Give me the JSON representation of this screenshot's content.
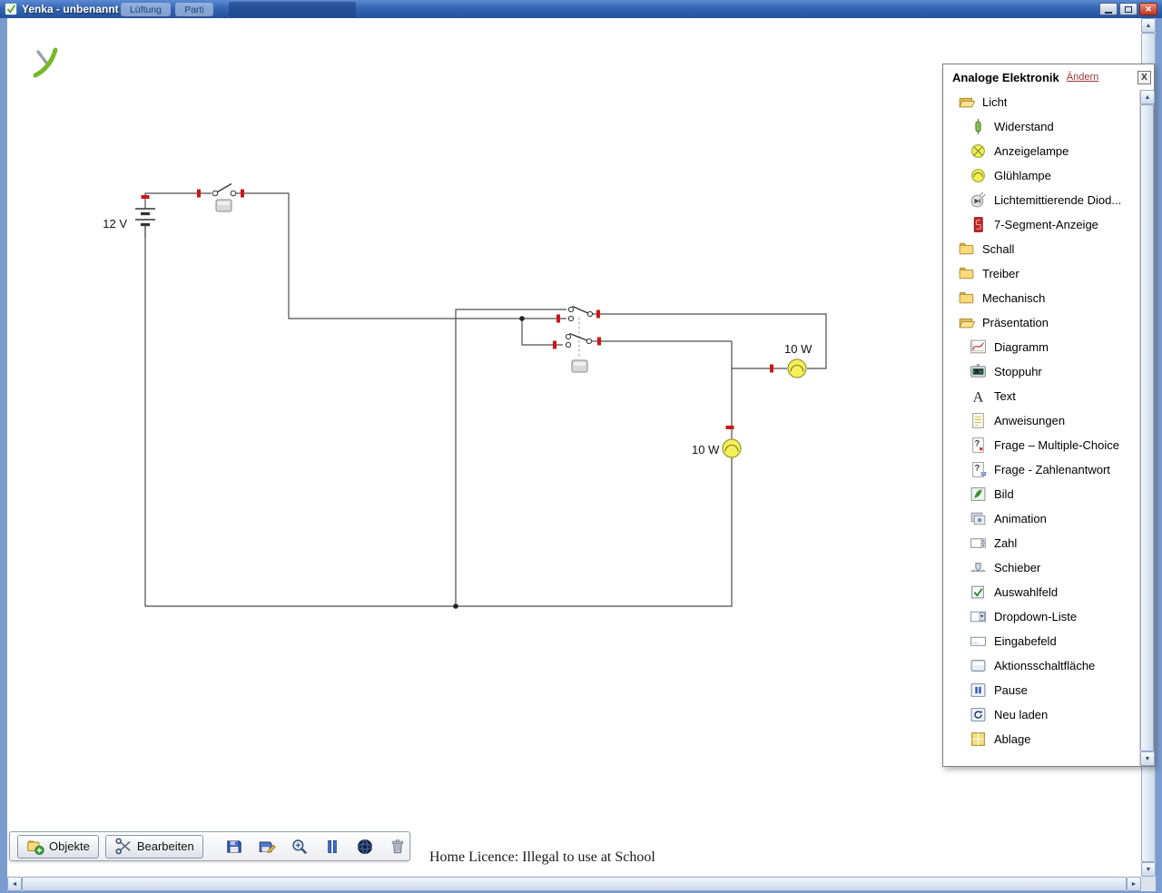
{
  "window": {
    "title": "Yenka - unbenannt",
    "background_tabs": [
      "Lüftung",
      "Parti"
    ]
  },
  "circuit": {
    "battery_label": "12 V",
    "lamp1_label": "10 W",
    "lamp2_label": "10 W"
  },
  "panel": {
    "title": "Analoge Elektronik",
    "change_link": "Ändern",
    "close_label": "X",
    "items": [
      {
        "label": "Licht",
        "icon": "folder-open",
        "level": 0
      },
      {
        "label": "Widerstand",
        "icon": "resistor",
        "level": 1
      },
      {
        "label": "Anzeigelampe",
        "icon": "indicator-lamp",
        "level": 1
      },
      {
        "label": "Glühlampe",
        "icon": "bulb",
        "level": 1
      },
      {
        "label": "Lichtemittierende Diod...",
        "icon": "led",
        "level": 1
      },
      {
        "label": "7-Segment-Anzeige",
        "icon": "seven-segment",
        "level": 1
      },
      {
        "label": "Schall",
        "icon": "folder",
        "level": 0
      },
      {
        "label": "Treiber",
        "icon": "folder",
        "level": 0
      },
      {
        "label": "Mechanisch",
        "icon": "folder",
        "level": 0
      },
      {
        "label": "Präsentation",
        "icon": "folder-open",
        "level": 0
      },
      {
        "label": "Diagramm",
        "icon": "chart",
        "level": 1
      },
      {
        "label": "Stoppuhr",
        "icon": "stopwatch",
        "level": 1
      },
      {
        "label": "Text",
        "icon": "text",
        "level": 1
      },
      {
        "label": "Anweisungen",
        "icon": "instructions",
        "level": 1
      },
      {
        "label": "Frage – Multiple-Choice",
        "icon": "question-mc",
        "level": 1
      },
      {
        "label": "Frage - Zahlenantwort",
        "icon": "question-num",
        "level": 1
      },
      {
        "label": "Bild",
        "icon": "image",
        "level": 1
      },
      {
        "label": "Animation",
        "icon": "animation",
        "level": 1
      },
      {
        "label": "Zahl",
        "icon": "number",
        "level": 1
      },
      {
        "label": "Schieber",
        "icon": "slider",
        "level": 1
      },
      {
        "label": "Auswahlfeld",
        "icon": "checkbox",
        "level": 1
      },
      {
        "label": "Dropdown-Liste",
        "icon": "dropdown",
        "level": 1
      },
      {
        "label": "Eingabefeld",
        "icon": "input",
        "level": 1
      },
      {
        "label": "Aktionsschaltfläche",
        "icon": "action-button",
        "level": 1
      },
      {
        "label": "Pause",
        "icon": "pause",
        "level": 1
      },
      {
        "label": "Neu laden",
        "icon": "reload",
        "level": 1
      },
      {
        "label": "Ablage",
        "icon": "tray",
        "level": 1
      }
    ]
  },
  "toolbar": {
    "buttons": [
      {
        "label": "Objekte",
        "icon": "add-object"
      },
      {
        "label": "Bearbeiten",
        "icon": "scissors"
      }
    ],
    "tools": [
      {
        "name": "save",
        "icon": "save"
      },
      {
        "name": "save-as",
        "icon": "save-as"
      },
      {
        "name": "zoom",
        "icon": "zoom"
      },
      {
        "name": "pause",
        "icon": "pause-tool"
      },
      {
        "name": "world",
        "icon": "globe"
      },
      {
        "name": "delete",
        "icon": "trash"
      }
    ]
  },
  "status": {
    "license_text": "Home Licence: Illegal to use at School"
  }
}
